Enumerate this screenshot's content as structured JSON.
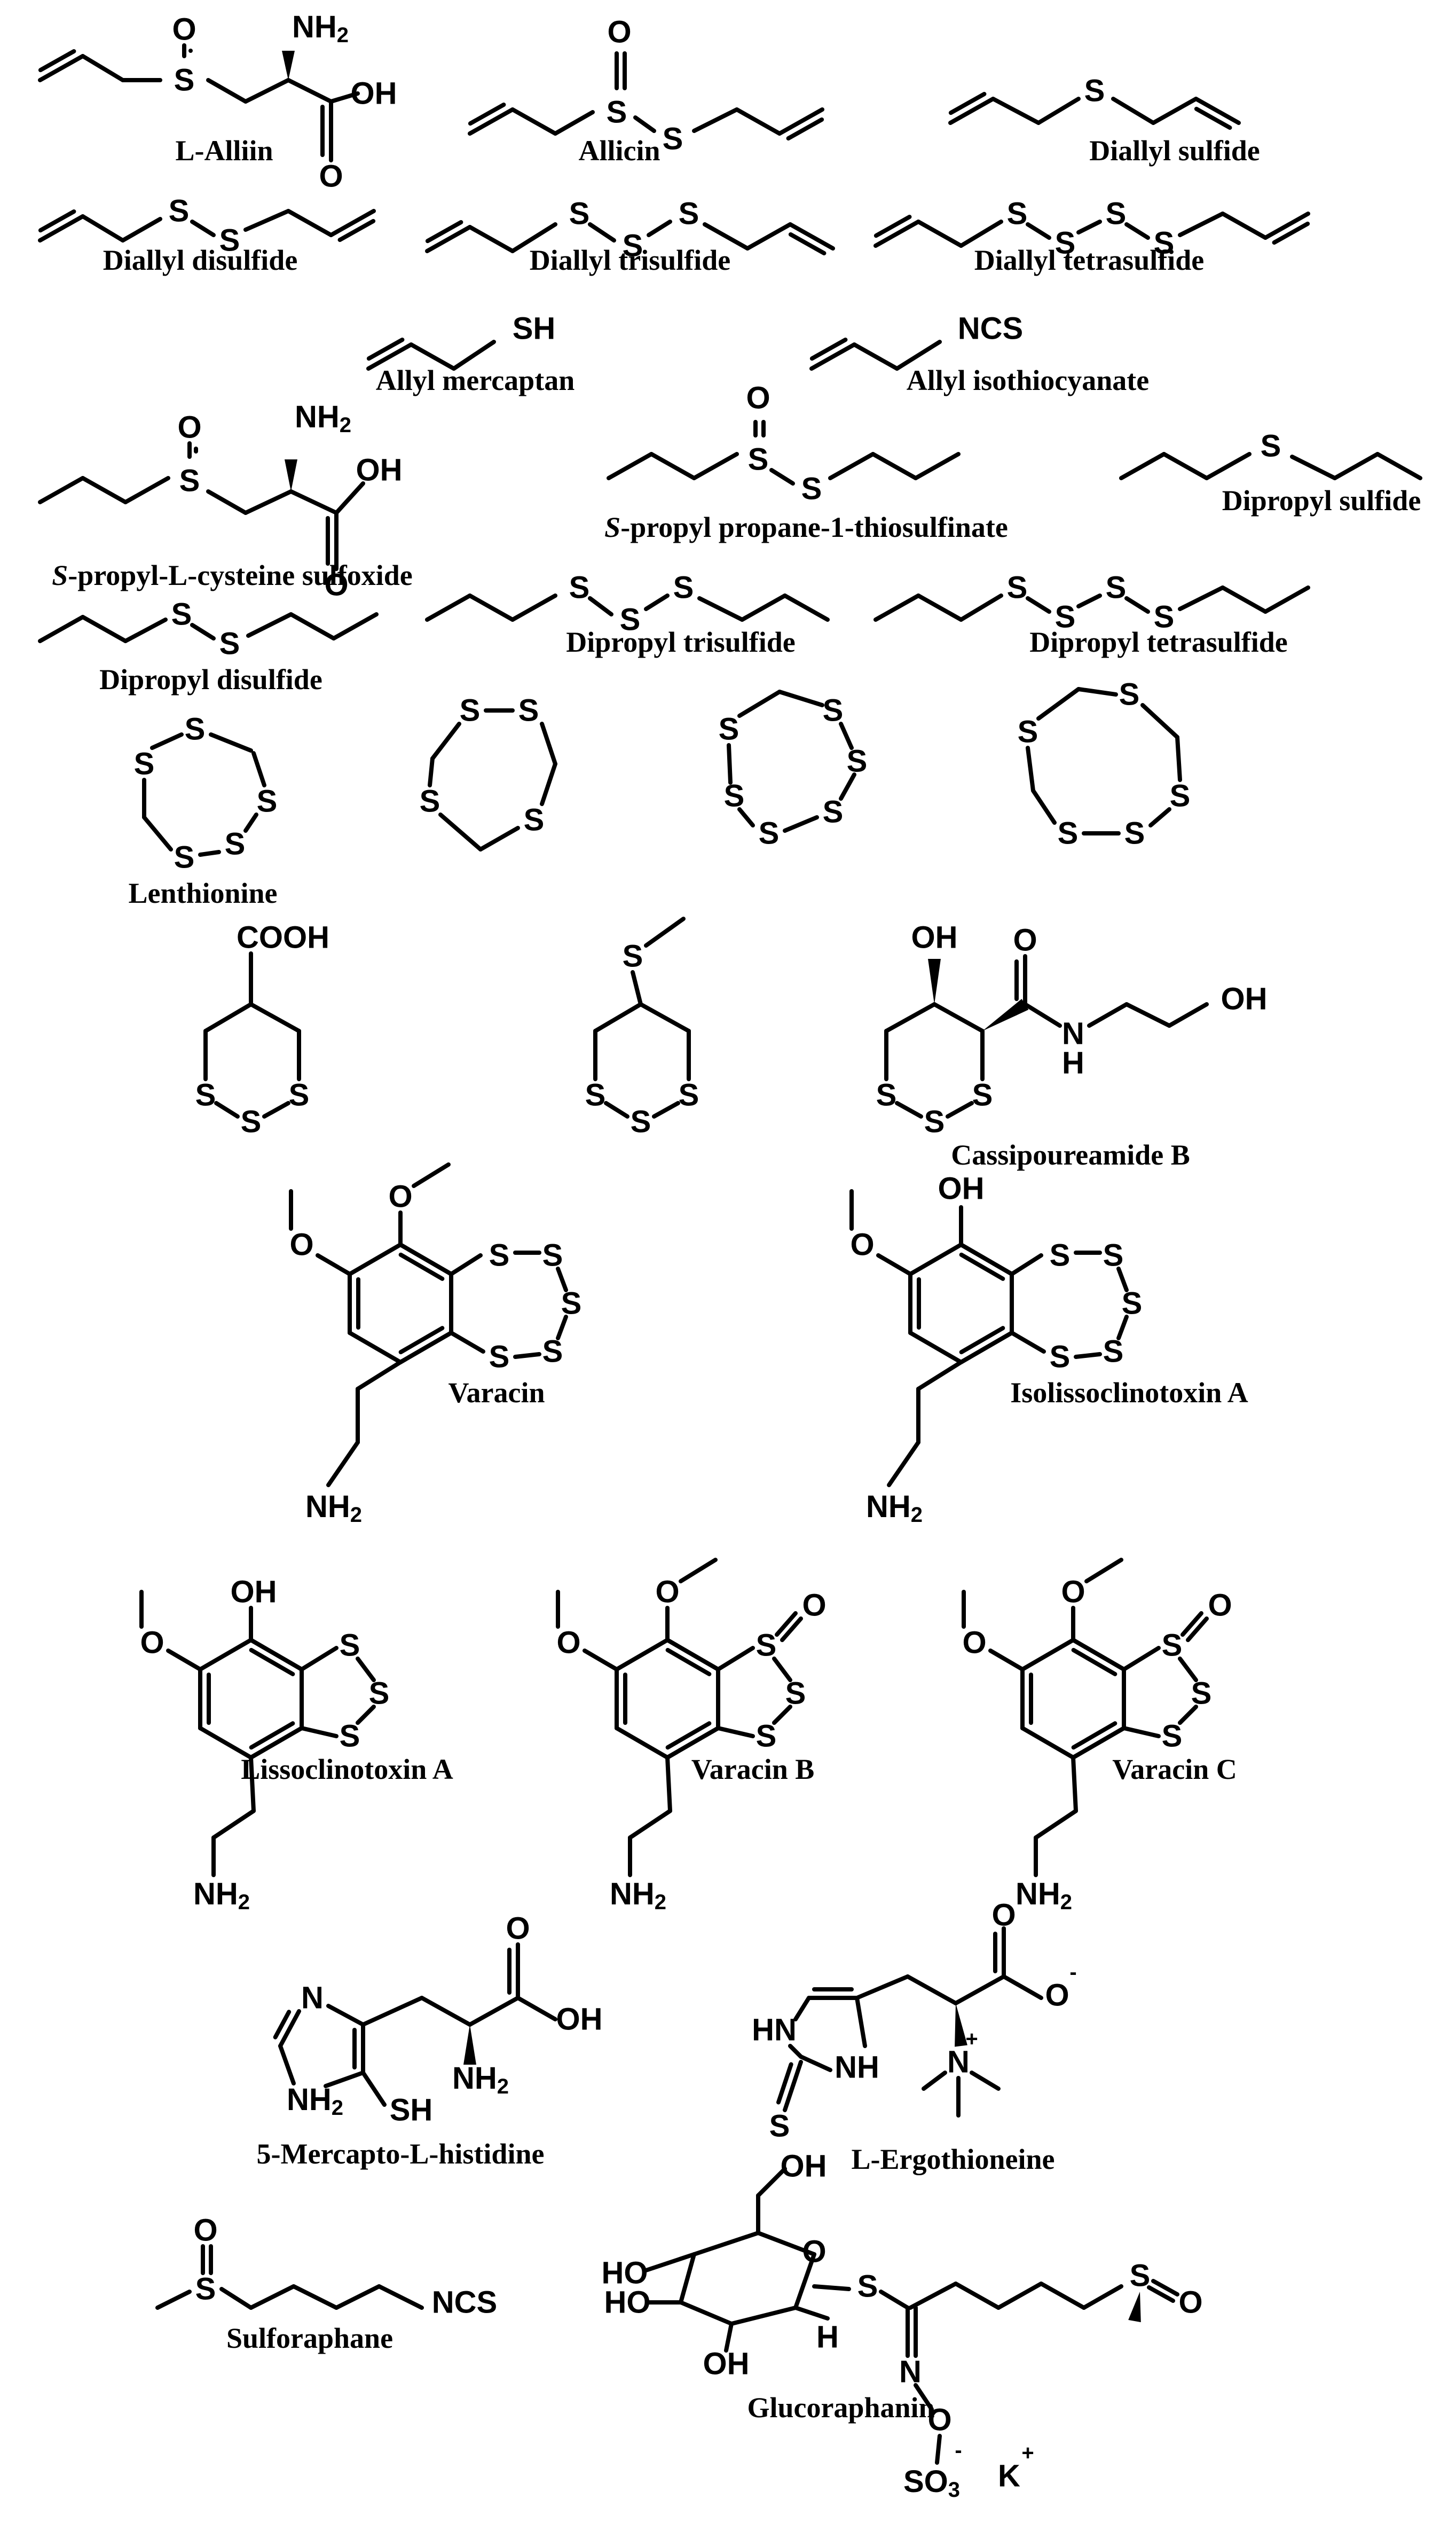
{
  "compounds": [
    {
      "name": "L-Alliin"
    },
    {
      "name": "Allicin"
    },
    {
      "name": "Diallyl sulfide"
    },
    {
      "name": "Diallyl disulfide"
    },
    {
      "name": "Diallyl trisulfide"
    },
    {
      "name": "Diallyl tetrasulfide"
    },
    {
      "name": "Allyl mercaptan"
    },
    {
      "name": "Allyl isothiocyanate"
    },
    {
      "name": "-propyl-L-cysteine sulfoxide",
      "prefix": "S"
    },
    {
      "name": "-propyl propane-1-thiosulfinate",
      "prefix": "S"
    },
    {
      "name": "Dipropyl sulfide"
    },
    {
      "name": "Dipropyl disulfide"
    },
    {
      "name": "Dipropyl trisulfide"
    },
    {
      "name": "Dipropyl tetrasulfide"
    },
    {
      "name": "Lenthionine"
    },
    {
      "name": "Cassipoureamide B"
    },
    {
      "name": "Varacin"
    },
    {
      "name": "Isolissoclinotoxin A"
    },
    {
      "name": "Lissoclinotoxin A"
    },
    {
      "name": "Varacin B"
    },
    {
      "name": "Varacin C"
    },
    {
      "name": "5-Mercapto-L-histidine"
    },
    {
      "name": "L-Ergothioneine"
    },
    {
      "name": "Sulforaphane"
    },
    {
      "name": "Glucoraphanin"
    }
  ],
  "atom_labels": {
    "S": "S",
    "O": "O",
    "N": "N",
    "H": "H",
    "NH2": "NH",
    "sub2": "2",
    "OH": "OH",
    "HO": "HO",
    "SH": "SH",
    "NCS": "NCS",
    "COOH": "COOH",
    "HN": "HN",
    "NH": "NH",
    "SO3": "SO",
    "sub3": "3",
    "K": "K",
    "plus": "+",
    "minus": "-"
  }
}
